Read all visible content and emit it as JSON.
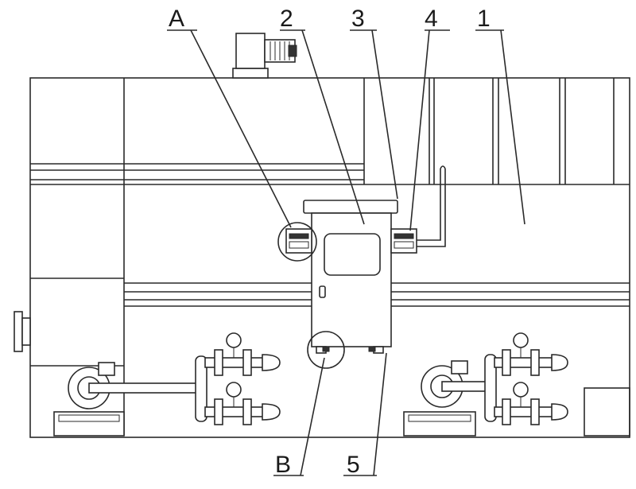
{
  "labels": {
    "A": "A",
    "two": "2",
    "three": "3",
    "four": "4",
    "one": "1",
    "B": "B",
    "five": "5"
  },
  "colors": {
    "line": "#2a2a2a",
    "background": "#ffffff"
  }
}
